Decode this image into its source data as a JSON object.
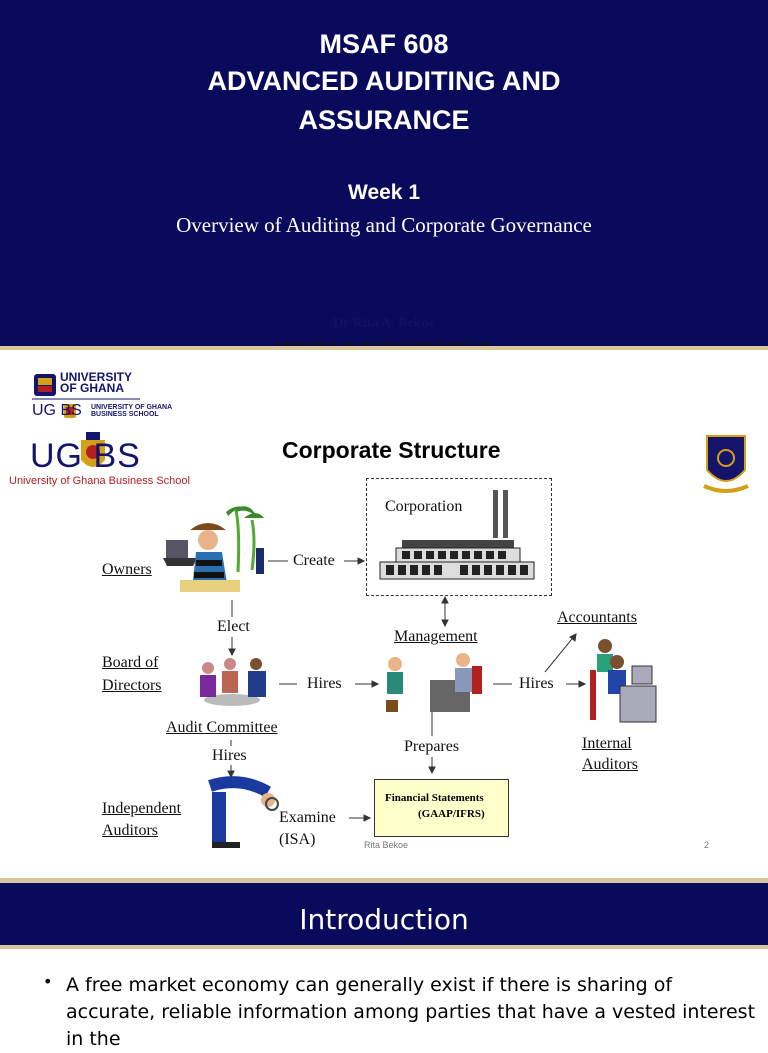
{
  "slide1": {
    "course_code": "MSAF 608",
    "course_title_line1": "ADVANCED AUDITING AND",
    "course_title_line2": "ASSURANCE",
    "week": "Week 1",
    "subtitle": "Overview of Auditing and Corporate Governance",
    "author": "Dr Rita A. Bekoe",
    "email": "rabekoe@ug.edu.gh/celestialrita@gmail.com"
  },
  "slide2": {
    "logo_top_line1": "UNIVERSITY",
    "logo_top_line2": "OF GHANA",
    "logo_small_mark": "UG  BS",
    "logo_small_sub_line1": "UNIVERSITY OF GHANA",
    "logo_small_sub_line2": "BUSINESS SCHOOL",
    "logo_big_mark": "UG   BS",
    "logo_caption": "University of Ghana Business School",
    "title": "Corporate Structure",
    "labels": {
      "corporation": "Corporation",
      "owners": "Owners",
      "create": "Create",
      "elect": "Elect",
      "management": "Management",
      "accountants": "Accountants",
      "board_line1": "Board of",
      "board_line2": "Directors",
      "hires_board": "Hires",
      "hires_mgmt": "Hires",
      "audit_committee": "Audit Committee",
      "hires_ac": "Hires",
      "prepares": "Prepares",
      "internal_line1": "Internal",
      "internal_line2": "Auditors",
      "independent_line1": "Independent",
      "independent_line2": "Auditors",
      "examine": "Examine",
      "isa": "(ISA)",
      "fs_line1": "Financial Statements",
      "fs_line2": "(GAAP/IFRS)"
    },
    "footer_author": "Rita Bekoe",
    "page_number": "2"
  },
  "slide3": {
    "title": "Introduction",
    "bullet": "A free market economy can generally exist if there is sharing of accurate, reliable information among parties that have a vested interest in the"
  },
  "colors": {
    "navy": "#0a0a5c",
    "gold": "#d9c69a",
    "fs_box": "#ffffcc"
  }
}
